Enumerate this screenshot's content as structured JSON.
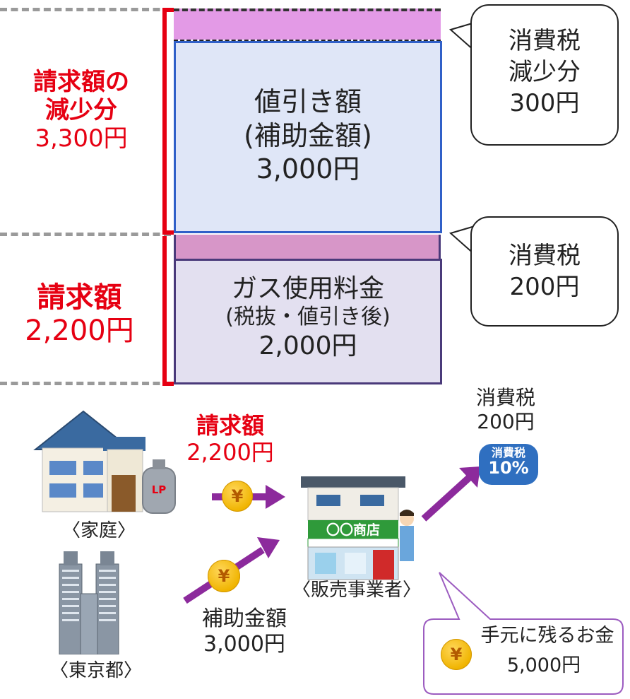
{
  "top_section": {
    "left_label": [
      "請求額の",
      "減少分",
      "3,300円"
    ],
    "discount_box": [
      "値引き額",
      "(補助金額)",
      "3,000円"
    ],
    "tax_bubble": [
      "消費税",
      "減少分",
      "300円"
    ]
  },
  "bottom_section": {
    "left_label": [
      "請求額",
      "2,200円"
    ],
    "usage_box": [
      "ガス使用料金",
      "(税抜・値引き後)",
      "2,000円"
    ],
    "tax_bubble": [
      "消費税",
      "200円"
    ]
  },
  "flow": {
    "bill_label": [
      "請求額",
      "2,200円"
    ],
    "household_label": "〈家庭〉",
    "tokyo_label": "〈東京都〉",
    "seller_label": "〈販売事業者〉",
    "subsidy_label": [
      "補助金額",
      "3,000円"
    ],
    "tax_label": [
      "消費税",
      "200円"
    ],
    "tax_badge": [
      "消費税",
      "10%"
    ],
    "shop_sign": "〇〇商店",
    "lp_tag": "LP",
    "remaining_bubble": [
      "手元に残るお金",
      "5,000円"
    ],
    "yen_symbol": "¥"
  },
  "colors": {
    "red": "#e60012",
    "pink": "#e39ae6",
    "mauve": "#d796c8",
    "light_blue_box": "#dfe6f7",
    "lavender_box": "#e3e0f0",
    "arrow_purple": "#8c2a9c",
    "speech_purple": "#9c5cc0"
  }
}
